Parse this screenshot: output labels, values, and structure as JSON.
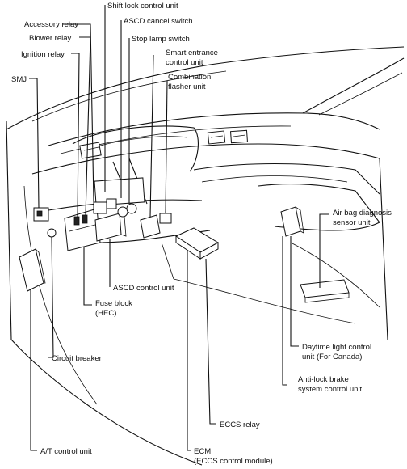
{
  "labels": {
    "shift_lock": "Shift lock control unit",
    "ascd_cancel": "ASCD cancel switch",
    "accessory_relay": "Accessory relay",
    "stop_lamp": "Stop lamp switch",
    "blower_relay": "Blower relay",
    "smart_entrance_1": "Smart entrance",
    "smart_entrance_2": "control unit",
    "ignition_relay": "Ignition relay",
    "combination_1": "Combination",
    "combination_2": "flasher unit",
    "smj": "SMJ",
    "air_bag_1": "Air bag diagnosis",
    "air_bag_2": "sensor unit",
    "ascd_control": "ASCD control unit",
    "fuse_block_1": "Fuse block",
    "fuse_block_2": "(HEC)",
    "daytime_1": "Daytime light control",
    "daytime_2": "unit (For Canada)",
    "circuit_breaker": "Circuit breaker",
    "antilock_1": "Anti-lock brake",
    "antilock_2": "system control unit",
    "eccs_relay": "ECCS relay",
    "at_control": "A/T control unit",
    "ecm_1": "ECM",
    "ecm_2": "(ECCS control module)"
  }
}
